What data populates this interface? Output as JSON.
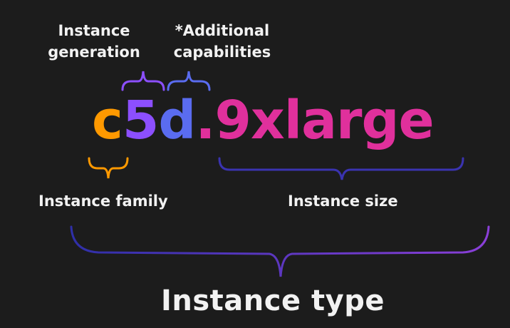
{
  "labels": {
    "generation_line1": "Instance",
    "generation_line2": "generation",
    "capabilities_line1": "*Additional",
    "capabilities_line2": "capabilities",
    "family": "Instance family",
    "size": "Instance size",
    "type": "Instance type"
  },
  "instance_name": {
    "family": "c",
    "generation": "5",
    "capabilities": "d",
    "dot": ".",
    "size": "9xlarge"
  },
  "colors": {
    "background": "#1c1c1c",
    "family": "#ff9900",
    "generation": "#8c4fff",
    "capabilities": "#5a6cf0",
    "size": "#e0309c",
    "type_bracket_start": "#2f2fa8",
    "type_bracket_end": "#8a3fd8"
  }
}
